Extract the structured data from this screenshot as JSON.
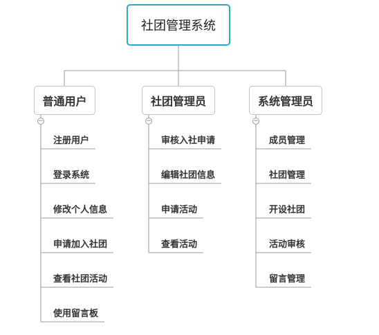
{
  "root": {
    "label": "社团管理系统"
  },
  "branches": [
    {
      "label": "普通用户",
      "items": [
        "注册用户",
        "登录系统",
        "修改个人信息",
        "申请加入社团",
        "查看社团活动",
        "使用留言板"
      ]
    },
    {
      "label": "社团管理员",
      "items": [
        "审核入社申请",
        "编辑社团信息",
        "申请活动",
        "查看活动"
      ]
    },
    {
      "label": "系统管理员",
      "items": [
        "成员管理",
        "社团管理",
        "开设社团",
        "活动审核",
        "留言管理"
      ]
    }
  ],
  "collapse_symbol": "−",
  "colors": {
    "root_border": "#2fa8c8",
    "line": "#9a9a9a",
    "node_border": "#c0c0c0"
  }
}
